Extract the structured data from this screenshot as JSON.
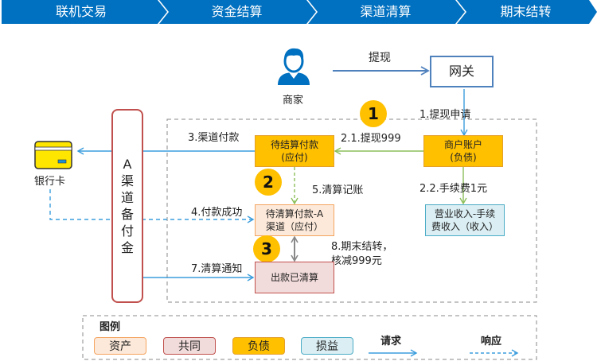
{
  "stages": [
    "联机交易",
    "资金结算",
    "渠道清算",
    "期末结转"
  ],
  "colors": {
    "stage_bar": "#0070c0",
    "asset_fill": "#fde9d9",
    "asset_border": "#f4a460",
    "common_fill": "#f2dcdb",
    "common_border": "#c0504d",
    "liability_fill": "#ffc000",
    "liability_border": "#e4a02a",
    "income_fill": "#daeef3",
    "income_border": "#4bacc6",
    "request_line": "#3b9ddd",
    "flow_line": "#8cbf5a",
    "badge": "#ffc000"
  },
  "actors": {
    "merchant": "商家",
    "gateway": "网关",
    "bank_card": "银行卡",
    "channel_reserve": [
      "A",
      "渠",
      "道",
      "备",
      "付",
      "金"
    ]
  },
  "accounts": {
    "pending_settlement": [
      "待结算付款",
      "(应付)"
    ],
    "merchant_account": [
      "商户账户",
      "(负债)"
    ],
    "pending_clearing": [
      "待清算付款-A",
      "渠道（应付）"
    ],
    "fee_income": [
      "营业收入-手续",
      "费收入（收入）"
    ],
    "cleared": "出款已清算"
  },
  "flows": {
    "withdraw": "提现",
    "step1": "1.提现申请",
    "step2_1": "2.1.提现999",
    "step2_2": "2.2.手续费1元",
    "step3": "3.渠道付款",
    "step4": "4.付款成功",
    "step5": "5.清算记账",
    "step7": "7.清算通知",
    "step8": [
      "8.期末结转，",
      "核减999元"
    ]
  },
  "badges": [
    "1",
    "2",
    "3"
  ],
  "legend": {
    "title": "图例",
    "items": [
      {
        "label": "资产",
        "type": "asset"
      },
      {
        "label": "共同",
        "type": "common"
      },
      {
        "label": "负债",
        "type": "liability"
      },
      {
        "label": "损益",
        "type": "income"
      }
    ],
    "request": "请求",
    "response": "响应"
  }
}
